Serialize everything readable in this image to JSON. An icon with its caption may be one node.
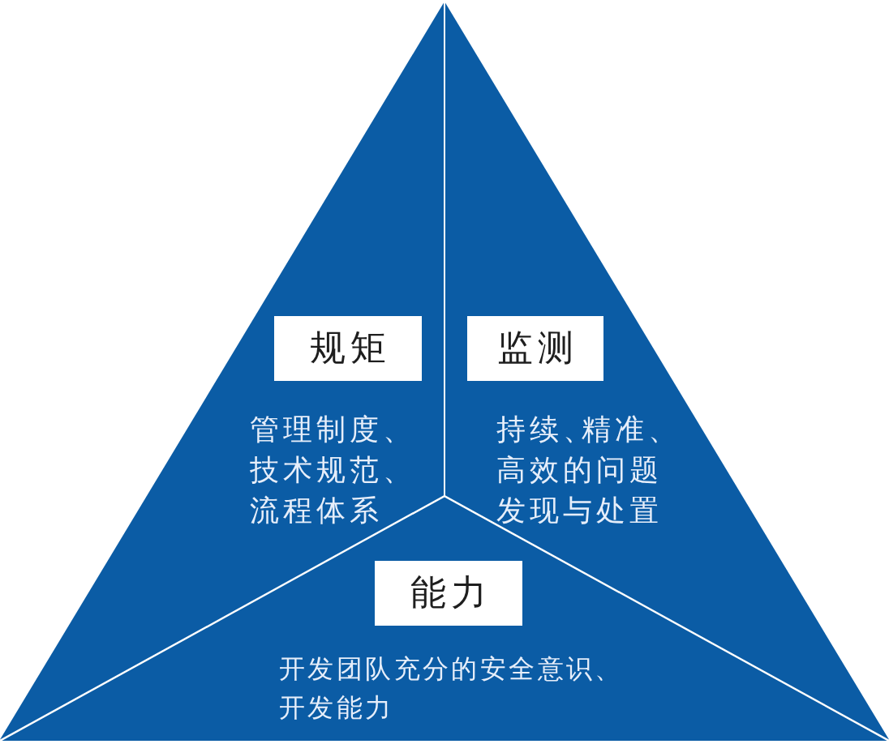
{
  "diagram": {
    "nodes": [
      {
        "text": [
          "管理制度、技术规范、流程体系"
        ]
      },
      {
        "text": [
          "规矩"
        ],
        "in": 0
      },
      {
        "text": [
          "持续、精准、高效的问题发现与处置"
        ]
      },
      {
        "text": [
          "监测"
        ],
        "in": 2
      },
      {
        "text": [
          "开发团队充分的安全意识、开发能力"
        ]
      },
      {
        "text": [
          "能力"
        ],
        "in": 4
      }
    ]
  }
}
